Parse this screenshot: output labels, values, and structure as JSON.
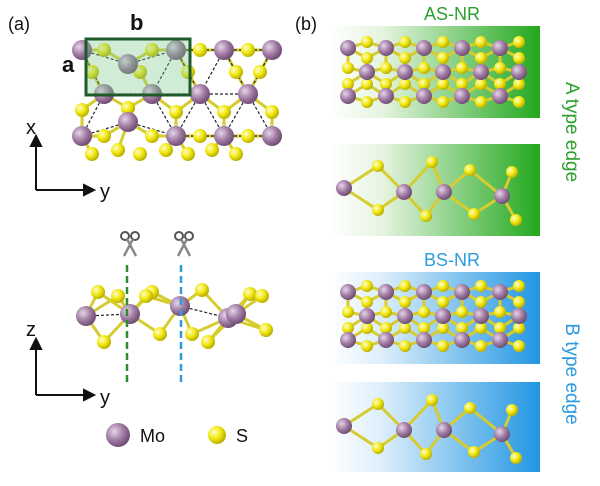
{
  "panel_a": {
    "label": "(a)",
    "cell_label_a": "a",
    "cell_label_b": "b",
    "axis_top_vertical": "x",
    "axis_top_horizontal": "y",
    "axis_bottom_vertical": "z",
    "axis_bottom_horizontal": "y",
    "legend": [
      {
        "symbol": "mo-atom",
        "label": "Mo"
      },
      {
        "symbol": "s-atom",
        "label": "S"
      }
    ],
    "cut_colors": [
      "#2e8b2e",
      "#3399dd"
    ]
  },
  "panel_b": {
    "label": "(b)",
    "as_title": "AS-NR",
    "as_side_label": "A type edge",
    "bs_title": "BS-NR",
    "bs_side_label": "B type edge"
  },
  "colors": {
    "mo": "#a07aa3",
    "s": "#e8e010",
    "green": "#2ca02c",
    "blue": "#2c9be0",
    "unit_cell": "#1f5a2a"
  }
}
